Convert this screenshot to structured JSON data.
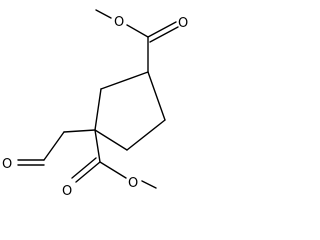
{
  "molecule": {
    "atoms": {
      "o_carbonyl_top": "O",
      "o_ester_top": "O",
      "o_aldehyde": "O",
      "o_ester_bottom": "O",
      "o_carbonyl_bottom": "O"
    }
  }
}
